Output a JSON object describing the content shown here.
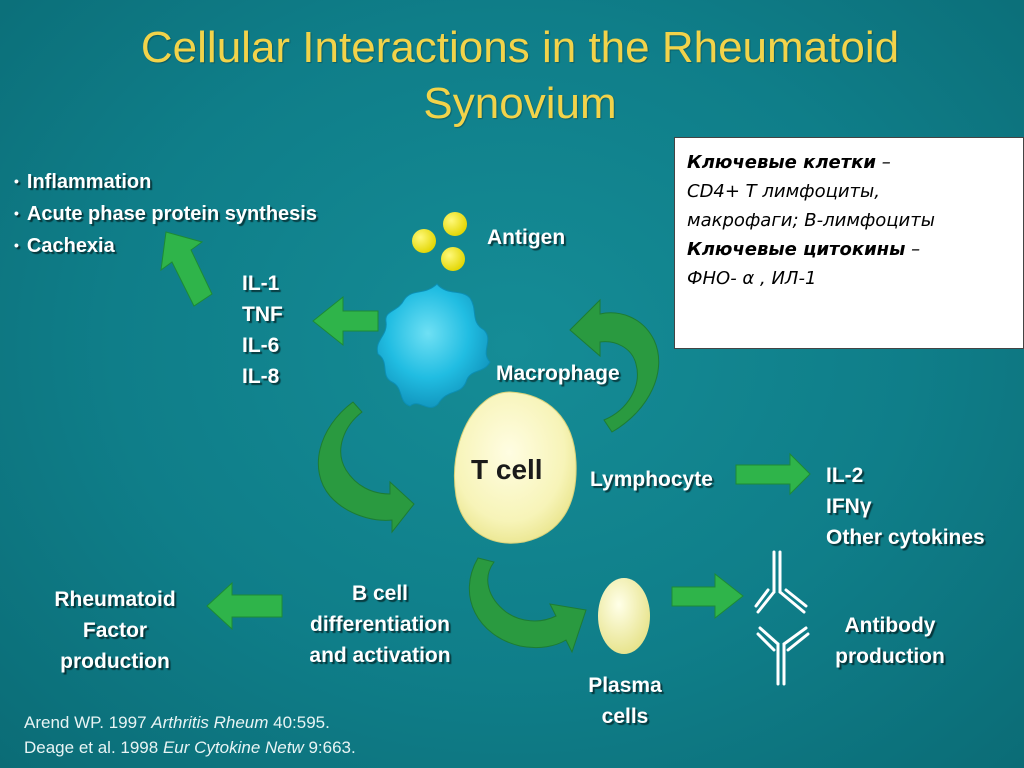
{
  "title": {
    "line1": "Cellular Interactions in the Rheumatoid",
    "line2": "Synovium"
  },
  "effects": [
    "Inflammation",
    "Acute phase protein synthesis",
    "Cachexia"
  ],
  "antigen_label": "Antigen",
  "macrophage_cytokines": [
    "IL-1",
    "TNF",
    "IL-6",
    "IL-8"
  ],
  "macrophage_label": "Macrophage",
  "tcell_label": "T cell",
  "lymphocyte_label": "Lymphocyte",
  "lymphocyte_cytokines": [
    "IL-2",
    "IFNγ",
    "Other cytokines"
  ],
  "rheumatoid_factor": [
    "Rheumatoid",
    "Factor",
    "production"
  ],
  "bcell": [
    "B cell",
    "differentiation",
    "and activation"
  ],
  "plasma": [
    "Plasma",
    "cells"
  ],
  "antibody": [
    "Antibody",
    "production"
  ],
  "citations": [
    {
      "prefix": "Arend WP. 1997 ",
      "journal": "Arthritis Rheum",
      "suffix": " 40:595."
    },
    {
      "prefix": "Deage et al. 1998 ",
      "journal": "Eur Cytokine Netw",
      "suffix": " 9:663."
    }
  ],
  "legend": {
    "cells_heading": "Ключевые клетки",
    "dash": " –",
    "cells_line1": "CD4+ Т лимфоциты,",
    "cells_line2": "макрофаги; В-лимфоциты",
    "cytokines_heading": "Ключевые цитокины",
    "cytokines_line": "ФНО- α , ИЛ-1"
  },
  "colors": {
    "background": "#0f7e89",
    "title": "#f2d34a",
    "arrow_green": "#2fb44a",
    "antigen_yellow": "#f3ea1a",
    "macrophage_blue": "#21bde2",
    "tcell_fill": "#f7f4b8"
  }
}
